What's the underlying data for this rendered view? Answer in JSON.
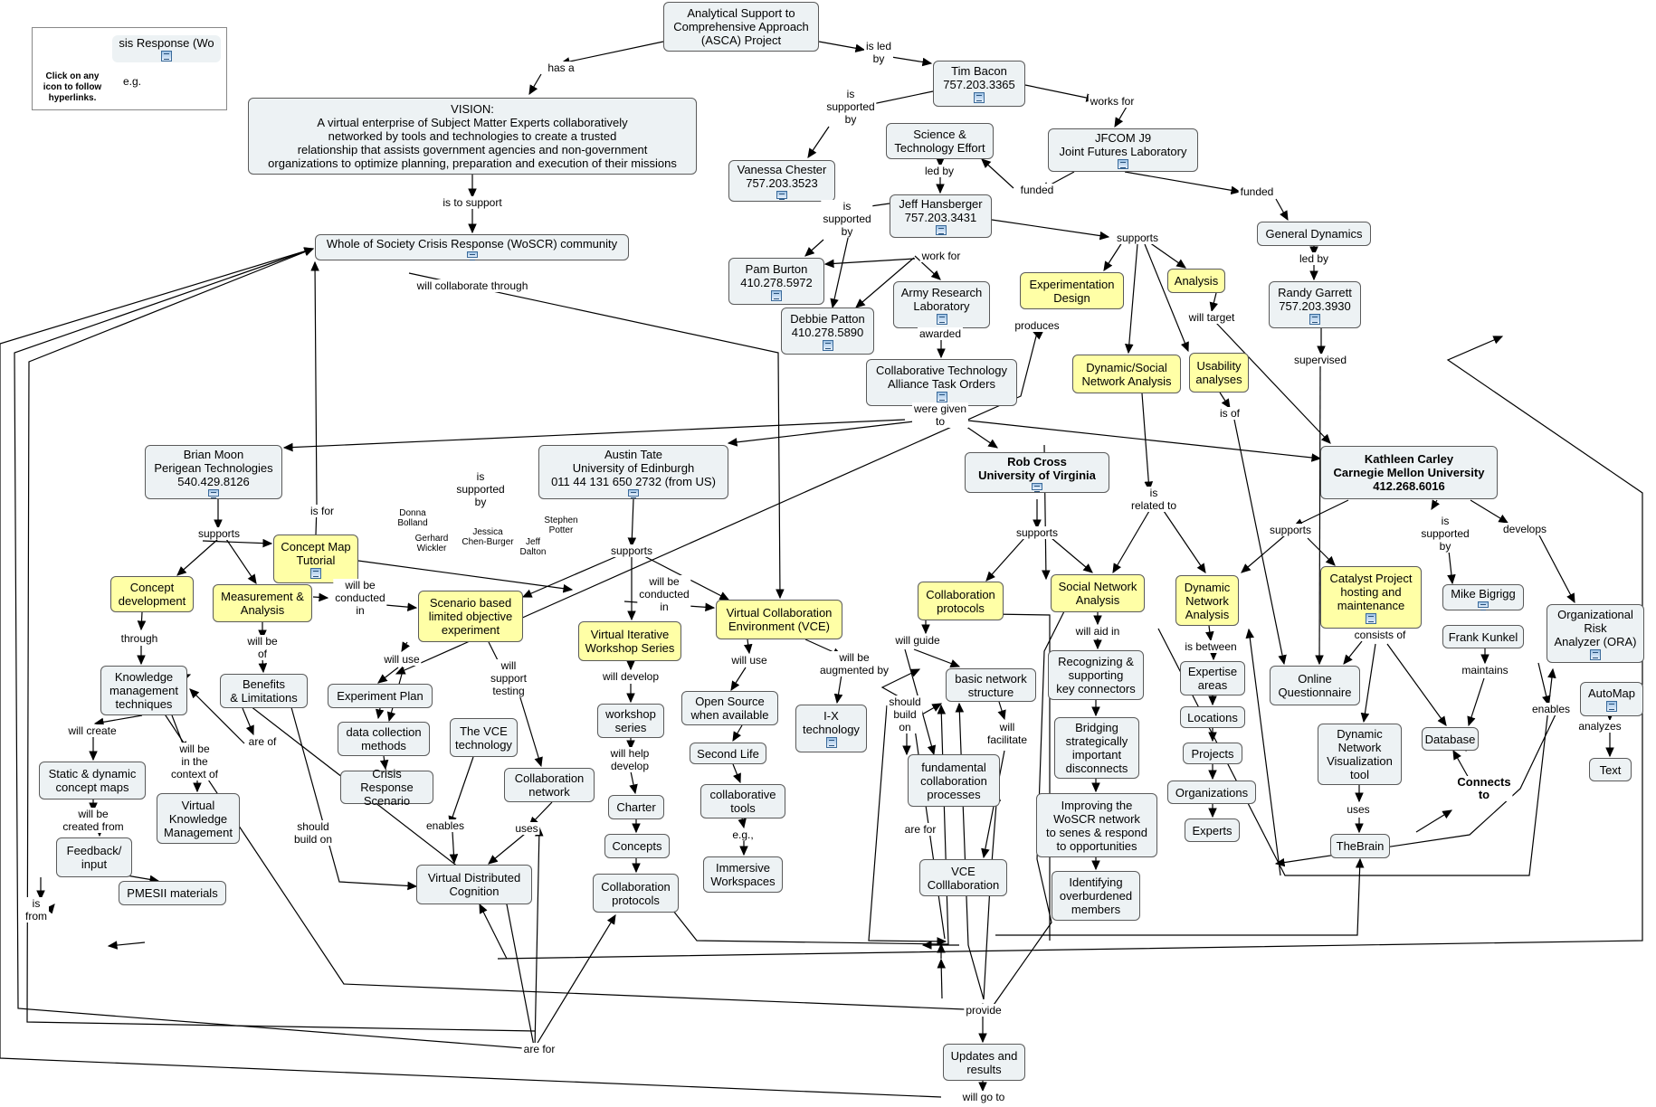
{
  "legend": {
    "node_label": "sis Response (Wo",
    "instructions": "Click on any icon to follow hyperlinks.",
    "example": "e.g."
  },
  "nodes": [
    {
      "id": "asca",
      "label": "Analytical Support to\nComprehensive Approach\n(ASCA) Project",
      "icon": false,
      "color": "gray"
    },
    {
      "id": "vision",
      "label": "VISION:\nA virtual enterprise of Subject Matter Experts collaboratively\nnetworked by tools and technologies to create a trusted\nrelationship that assists government agencies and non-government\norganizations to optimize planning, preparation and execution of their missions",
      "icon": false,
      "color": "gray"
    },
    {
      "id": "woscr",
      "label": "Whole of Society Crisis Response (WoSCR) community",
      "icon": true,
      "color": "gray"
    },
    {
      "id": "tim",
      "label": "Tim Bacon\n757.203.3365",
      "icon": true,
      "color": "gray"
    },
    {
      "id": "vanessa",
      "label": "Vanessa Chester\n757.203.3523",
      "icon": true,
      "color": "gray"
    },
    {
      "id": "ste",
      "label": "Science &\nTechnology Effort",
      "icon": false,
      "color": "gray"
    },
    {
      "id": "jfcom",
      "label": "JFCOM J9\nJoint Futures Laboratory",
      "icon": true,
      "color": "gray"
    },
    {
      "id": "jeff",
      "label": "Jeff Hansberger\n757.203.3431",
      "icon": true,
      "color": "gray"
    },
    {
      "id": "gd",
      "label": "General Dynamics",
      "icon": false,
      "color": "gray"
    },
    {
      "id": "pam",
      "label": "Pam Burton\n410.278.5972",
      "icon": true,
      "color": "gray"
    },
    {
      "id": "arl",
      "label": "Army Research\nLaboratory",
      "icon": true,
      "color": "gray"
    },
    {
      "id": "debbie",
      "label": "Debbie Patton\n410.278.5890",
      "icon": true,
      "color": "gray"
    },
    {
      "id": "expdesign",
      "label": "Experimentation\nDesign",
      "icon": false,
      "color": "yellow"
    },
    {
      "id": "analysis",
      "label": "Analysis",
      "icon": false,
      "color": "yellow"
    },
    {
      "id": "randy",
      "label": "Randy Garrett\n757.203.3930",
      "icon": true,
      "color": "gray"
    },
    {
      "id": "cta",
      "label": "Collaborative Technology\nAlliance Task Orders",
      "icon": true,
      "color": "gray"
    },
    {
      "id": "dsna",
      "label": "Dynamic/Social\nNetwork Analysis",
      "icon": false,
      "color": "yellow"
    },
    {
      "id": "usability",
      "label": "Usability\nanalyses",
      "icon": false,
      "color": "yellow"
    },
    {
      "id": "brian",
      "label": "Brian Moon\nPerigean Technologies\n540.429.8126",
      "icon": true,
      "color": "gray"
    },
    {
      "id": "austin",
      "label": "Austin Tate\nUniversity of Edinburgh\n011 44 131 650 2732 (from US)",
      "icon": true,
      "color": "gray"
    },
    {
      "id": "rob",
      "label": "Rob Cross\nUniversity of Virginia",
      "icon": true,
      "color": "gray",
      "bold": true
    },
    {
      "id": "kathleen",
      "label": "Kathleen Carley\nCarnegie Mellon University\n412.268.6016",
      "icon": false,
      "color": "gray",
      "bold": true
    },
    {
      "id": "cmt",
      "label": "Concept Map\nTutorial",
      "icon": true,
      "color": "yellow"
    },
    {
      "id": "conceptdev",
      "label": "Concept\ndevelopment",
      "icon": false,
      "color": "yellow"
    },
    {
      "id": "measure",
      "label": "Measurement &\nAnalysis",
      "icon": false,
      "color": "yellow"
    },
    {
      "id": "scenario",
      "label": "Scenario based\nlimited objective\nexperiment",
      "icon": false,
      "color": "yellow"
    },
    {
      "id": "viws",
      "label": "Virtual Iterative\nWorkshop Series",
      "icon": false,
      "color": "yellow"
    },
    {
      "id": "vce",
      "label": "Virtual Collaboration\nEnvironment (VCE)",
      "icon": false,
      "color": "yellow"
    },
    {
      "id": "collabprot1",
      "label": "Collaboration\nprotocols",
      "icon": false,
      "color": "yellow"
    },
    {
      "id": "sna",
      "label": "Social Network\nAnalysis",
      "icon": false,
      "color": "yellow"
    },
    {
      "id": "dna",
      "label": "Dynamic\nNetwork\nAnalysis",
      "icon": false,
      "color": "yellow"
    },
    {
      "id": "catalyst",
      "label": "Catalyst Project\nhosting and\nmaintenance",
      "icon": true,
      "color": "yellow"
    },
    {
      "id": "mike",
      "label": "Mike Bigrigg",
      "icon": true,
      "color": "gray"
    },
    {
      "id": "frank",
      "label": "Frank Kunkel",
      "icon": false,
      "color": "gray"
    },
    {
      "id": "ora",
      "label": "Organizational\nRisk\nAnalyzer (ORA)",
      "icon": true,
      "color": "gray"
    },
    {
      "id": "kmt",
      "label": "Knowledge\nmanagement\ntechniques",
      "icon": false,
      "color": "gray"
    },
    {
      "id": "benefits",
      "label": "Benefits\n& Limitations",
      "icon": false,
      "color": "gray"
    },
    {
      "id": "expplan",
      "label": "Experiment Plan",
      "icon": false,
      "color": "gray"
    },
    {
      "id": "datacoll",
      "label": "data collection\nmethods",
      "icon": false,
      "color": "gray"
    },
    {
      "id": "crisis",
      "label": "Crisis Response\nScenario",
      "icon": false,
      "color": "gray"
    },
    {
      "id": "vcetech",
      "label": "The VCE\ntechnology",
      "icon": false,
      "color": "gray"
    },
    {
      "id": "collabnet",
      "label": "Collaboration\nnetwork",
      "icon": false,
      "color": "gray"
    },
    {
      "id": "workshop",
      "label": "workshop\nseries",
      "icon": false,
      "color": "gray"
    },
    {
      "id": "opensource",
      "label": "Open Source\nwhen available",
      "icon": false,
      "color": "gray"
    },
    {
      "id": "secondlife",
      "label": "Second Life",
      "icon": false,
      "color": "gray"
    },
    {
      "id": "ix",
      "label": "I-X\ntechnology",
      "icon": true,
      "color": "gray"
    },
    {
      "id": "collabtools",
      "label": "collaborative\ntools",
      "icon": false,
      "color": "gray"
    },
    {
      "id": "immersive",
      "label": "Immersive\nWorkspaces",
      "icon": false,
      "color": "gray"
    },
    {
      "id": "charter",
      "label": "Charter",
      "icon": false,
      "color": "gray"
    },
    {
      "id": "concepts",
      "label": "Concepts",
      "icon": false,
      "color": "gray"
    },
    {
      "id": "collabprot2",
      "label": "Collaboration\nprotocols",
      "icon": false,
      "color": "gray"
    },
    {
      "id": "static",
      "label": "Static & dynamic\nconcept maps",
      "icon": false,
      "color": "gray"
    },
    {
      "id": "vkm",
      "label": "Virtual\nKnowledge\nManagement",
      "icon": false,
      "color": "gray"
    },
    {
      "id": "feedback",
      "label": "Feedback/\ninput",
      "icon": false,
      "color": "gray"
    },
    {
      "id": "pmesii",
      "label": "PMESII materials",
      "icon": false,
      "color": "gray"
    },
    {
      "id": "vdc",
      "label": "Virtual Distributed\nCognition",
      "icon": false,
      "color": "gray"
    },
    {
      "id": "basicnet",
      "label": "basic network\nstructure",
      "icon": false,
      "color": "gray"
    },
    {
      "id": "fundamental",
      "label": "fundamental\ncollaboration\nprocesses",
      "icon": false,
      "color": "gray"
    },
    {
      "id": "vcecollab",
      "label": "VCE\nColllaboration",
      "icon": false,
      "color": "gray"
    },
    {
      "id": "recognizing",
      "label": "Recognizing &\nsupporting\nkey connectors",
      "icon": false,
      "color": "gray"
    },
    {
      "id": "bridging",
      "label": "Bridging\nstrategically\nimportant\ndisconnects",
      "icon": false,
      "color": "gray"
    },
    {
      "id": "improving",
      "label": "Improving the\nWoSCR network\nto senes & respond\nto opportunities",
      "icon": false,
      "color": "gray"
    },
    {
      "id": "identifying",
      "label": "Identifying\noverburdened\nmembers",
      "icon": false,
      "color": "gray"
    },
    {
      "id": "expertise",
      "label": "Expertise\nareas",
      "icon": false,
      "color": "gray"
    },
    {
      "id": "locations",
      "label": "Locations",
      "icon": false,
      "color": "gray"
    },
    {
      "id": "projects",
      "label": "Projects",
      "icon": false,
      "color": "gray"
    },
    {
      "id": "organizations",
      "label": "Organizations",
      "icon": false,
      "color": "gray"
    },
    {
      "id": "experts",
      "label": "Experts",
      "icon": false,
      "color": "gray"
    },
    {
      "id": "onlineq",
      "label": "Online\nQuestionnaire",
      "icon": false,
      "color": "gray"
    },
    {
      "id": "dnvt",
      "label": "Dynamic\nNetwork\nVisualization\ntool",
      "icon": false,
      "color": "gray"
    },
    {
      "id": "database",
      "label": "Database",
      "icon": false,
      "color": "gray"
    },
    {
      "id": "automap",
      "label": "AutoMap",
      "icon": true,
      "color": "gray"
    },
    {
      "id": "text",
      "label": "Text",
      "icon": false,
      "color": "gray"
    },
    {
      "id": "thebrain",
      "label": "TheBrain",
      "icon": false,
      "color": "gray"
    },
    {
      "id": "updates",
      "label": "Updates and\nresults",
      "icon": false,
      "color": "gray"
    }
  ],
  "free_text": [
    {
      "id": "connects_to",
      "label": "Connects\nto"
    }
  ],
  "link_labels": [
    {
      "id": "l_hasa",
      "label": "has a"
    },
    {
      "id": "l_isledby",
      "label": "is led\nby"
    },
    {
      "id": "l_issupby1",
      "label": "is\nsupported\nby"
    },
    {
      "id": "l_worksfor",
      "label": "works for"
    },
    {
      "id": "l_isto",
      "label": "is to support"
    },
    {
      "id": "l_ledby1",
      "label": "led by"
    },
    {
      "id": "l_funded1",
      "label": "funded"
    },
    {
      "id": "l_funded2",
      "label": "funded"
    },
    {
      "id": "l_issupby2",
      "label": "is\nsupported\nby"
    },
    {
      "id": "l_supports1",
      "label": "supports"
    },
    {
      "id": "l_ledby2",
      "label": "led by"
    },
    {
      "id": "l_willcollab",
      "label": "will collaborate through"
    },
    {
      "id": "l_workfor",
      "label": "work for"
    },
    {
      "id": "l_willtarget",
      "label": "will target"
    },
    {
      "id": "l_awarded",
      "label": "awarded"
    },
    {
      "id": "l_produces",
      "label": "produces"
    },
    {
      "id": "l_supervised",
      "label": "supervised"
    },
    {
      "id": "l_isof",
      "label": "is of"
    },
    {
      "id": "l_weregiven",
      "label": "were given\nto"
    },
    {
      "id": "l_isrelated",
      "label": "is\nrelated to"
    },
    {
      "id": "l_issupby3",
      "label": "is\nsupported\nby"
    },
    {
      "id": "l_isfor",
      "label": "is for"
    },
    {
      "id": "l_supports2",
      "label": "supports"
    },
    {
      "id": "l_supports3",
      "label": "supports"
    },
    {
      "id": "l_supports4",
      "label": "supports"
    },
    {
      "id": "l_supports5",
      "label": "supports"
    },
    {
      "id": "l_issupby4",
      "label": "is\nsupported\nby"
    },
    {
      "id": "l_develops",
      "label": "develops"
    },
    {
      "id": "l_willbecond1",
      "label": "will be\nconducted\nin"
    },
    {
      "id": "l_willbecond2",
      "label": "will be\nconducted\nin"
    },
    {
      "id": "l_through",
      "label": "through"
    },
    {
      "id": "l_willbeof",
      "label": "will be\nof"
    },
    {
      "id": "l_willuse1",
      "label": "will use"
    },
    {
      "id": "l_willsupport",
      "label": "will\nsupport\ntesting"
    },
    {
      "id": "l_willdevelop",
      "label": "will develop"
    },
    {
      "id": "l_willuse2",
      "label": "will use"
    },
    {
      "id": "l_willbeaug",
      "label": "will be\naugmented by"
    },
    {
      "id": "l_willguide",
      "label": "will guide"
    },
    {
      "id": "l_willaid",
      "label": "will aid in"
    },
    {
      "id": "l_isbetween",
      "label": "is between"
    },
    {
      "id": "l_consistsof",
      "label": "consists of"
    },
    {
      "id": "l_maintains",
      "label": "maintains"
    },
    {
      "id": "l_enables1",
      "label": "enables"
    },
    {
      "id": "l_analyzes",
      "label": "analyzes"
    },
    {
      "id": "l_willcreate",
      "label": "will create"
    },
    {
      "id": "l_willbeinctx",
      "label": "will be\nin the\ncontext of"
    },
    {
      "id": "l_areof",
      "label": "are of"
    },
    {
      "id": "l_willhelp",
      "label": "will help\ndevelop"
    },
    {
      "id": "l_eg",
      "label": "e.g.,"
    },
    {
      "id": "l_shouldbuild1",
      "label": "should\nbuild\non"
    },
    {
      "id": "l_willfacilitate",
      "label": "will\nfacilitate"
    },
    {
      "id": "l_willbecreated",
      "label": "will be\ncreated from"
    },
    {
      "id": "l_enables2",
      "label": "enables"
    },
    {
      "id": "l_uses1",
      "label": "uses"
    },
    {
      "id": "l_shouldbuild2",
      "label": "should\nbuild on"
    },
    {
      "id": "l_arefor2",
      "label": "are for"
    },
    {
      "id": "l_uses2",
      "label": "uses"
    },
    {
      "id": "l_isfrom",
      "label": "is\nfrom"
    },
    {
      "id": "l_provide",
      "label": "provide"
    },
    {
      "id": "l_arefor",
      "label": "are for"
    },
    {
      "id": "l_willgoto",
      "label": "will go to"
    }
  ],
  "names": [
    {
      "id": "n_donna",
      "label": "Donna\nBolland"
    },
    {
      "id": "n_gerhard",
      "label": "Gerhard\nWickler"
    },
    {
      "id": "n_jessica",
      "label": "Jessica\nChen-Burger"
    },
    {
      "id": "n_jeffd",
      "label": "Jeff\nDalton"
    },
    {
      "id": "n_stephen",
      "label": "Stephen\nPotter"
    }
  ]
}
